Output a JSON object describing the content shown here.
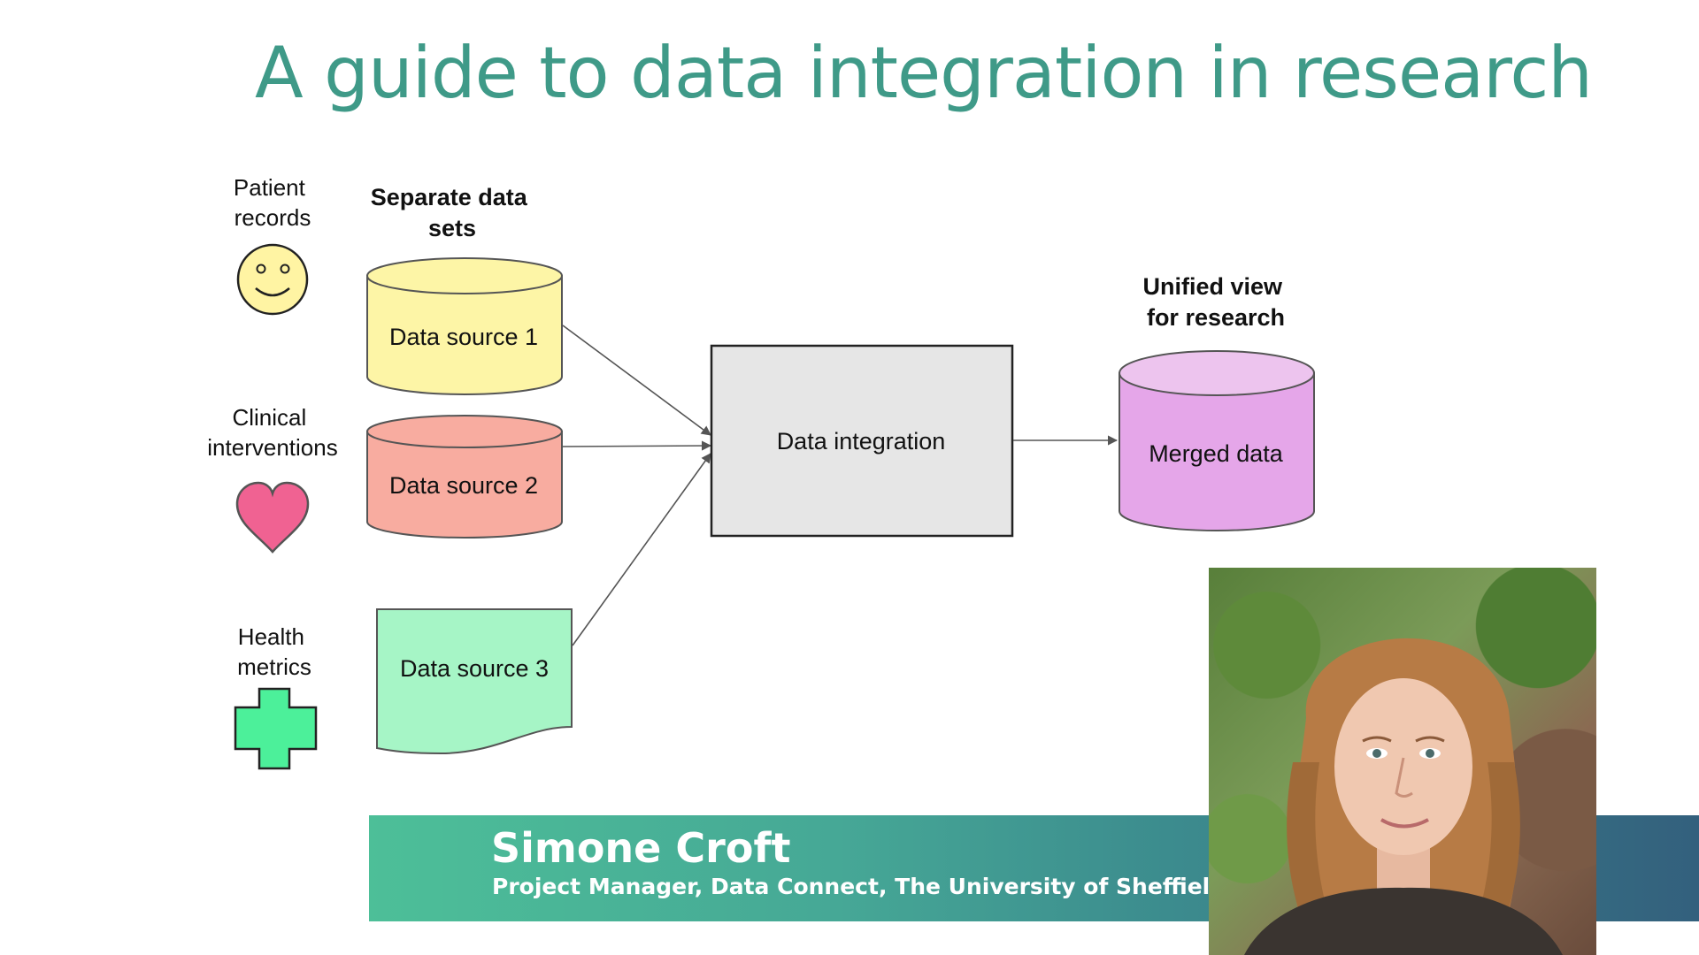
{
  "slide": {
    "title": "A guide to data integration in research"
  },
  "diagram": {
    "inputs": [
      {
        "label_lines": [
          "Patient",
          "records"
        ],
        "icon": "smiley-face-icon"
      },
      {
        "label_lines": [
          "Clinical",
          "interventions"
        ],
        "icon": "heart-icon"
      },
      {
        "label_lines": [
          "Health",
          "metrics"
        ],
        "icon": "medical-cross-icon"
      }
    ],
    "separate_header_lines": [
      "Separate data",
      "sets"
    ],
    "sources": [
      {
        "label": "Data source 1",
        "color": "#fdf5a6"
      },
      {
        "label": "Data source 2",
        "color": "#f8aca0"
      },
      {
        "label": "Data source 3",
        "color": "#a6f5c6"
      }
    ],
    "process": {
      "label": "Data integration",
      "color": "#e6e6e6"
    },
    "unified_header_lines": [
      "Unified view",
      "for research"
    ],
    "output": {
      "label": "Merged data",
      "color": "#e5a6e9"
    },
    "icon_colors": {
      "smiley": "#fff4a3",
      "heart": "#f06292",
      "cross": "#4cf09a"
    }
  },
  "lower_third": {
    "name": "Simone Croft",
    "role": "Project Manager, Data Connect, The University of Sheffield"
  },
  "colors": {
    "title": "#3f9a88"
  }
}
